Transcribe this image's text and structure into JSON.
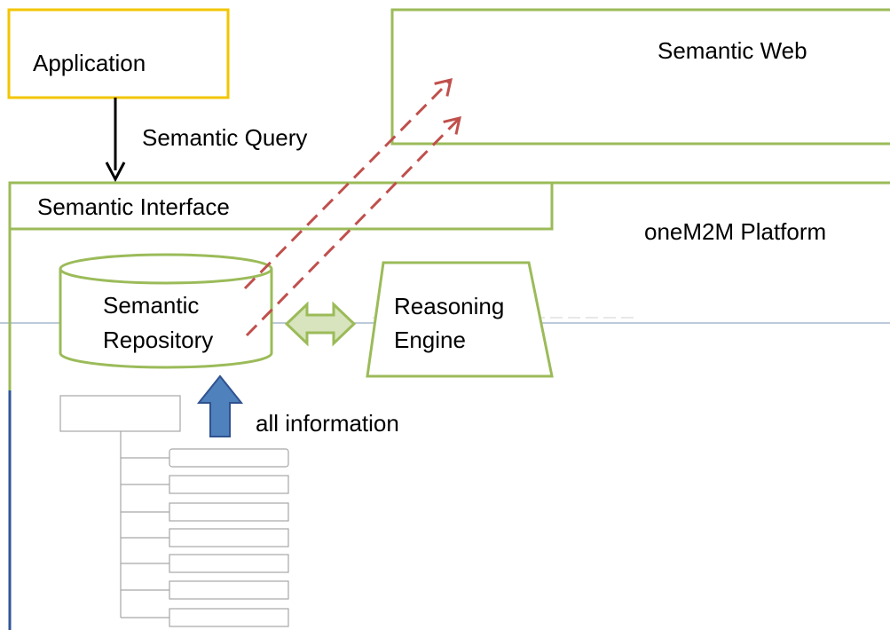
{
  "colors": {
    "application_border": "#F2C500",
    "green_border": "#9BBB59",
    "dashed_arrow": "#C0504D",
    "query_arrow": "#000000",
    "info_arrow_fill": "#4F81BD",
    "info_arrow_stroke": "#2F528F",
    "double_arrow_fill": "#D7E4BD",
    "double_arrow_stroke": "#9BBB59",
    "left_edge_line": "#2F5597",
    "separator_line": "#A6B8CE",
    "tree_gray": "#A6A6A6"
  },
  "labels": {
    "application": "Application",
    "semantic_query": "Semantic Query",
    "semantic_web": "Semantic Web",
    "semantic_interface": "Semantic Interface",
    "onem2m_platform": "oneM2M Platform",
    "repository_line1": "Semantic",
    "repository_line2": "Repository",
    "reasoning_line1": "Reasoning",
    "reasoning_line2": "Engine",
    "all_information": "all information"
  }
}
